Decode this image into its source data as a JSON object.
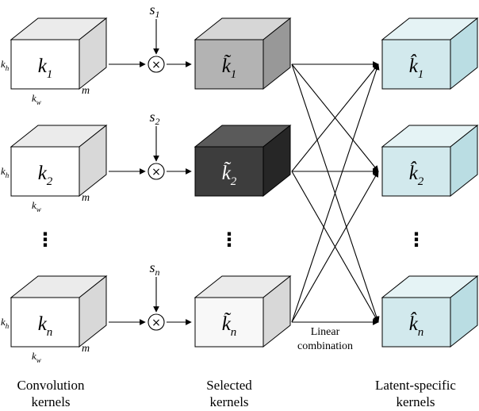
{
  "rows": [
    {
      "scale_main": "s",
      "scale_sub": "1",
      "conv_main": "k",
      "conv_sub": "1",
      "sel_main": "k̃",
      "sel_sub": "1",
      "lat_main": "k̂",
      "lat_sub": "1"
    },
    {
      "scale_main": "s",
      "scale_sub": "2",
      "conv_main": "k",
      "conv_sub": "2",
      "sel_main": "k̃",
      "sel_sub": "2",
      "lat_main": "k̂",
      "lat_sub": "2"
    },
    {
      "scale_main": "s",
      "scale_sub": "n",
      "conv_main": "k",
      "conv_sub": "n",
      "sel_main": "k̃",
      "sel_sub": "n",
      "lat_main": "k̂",
      "lat_sub": "n"
    }
  ],
  "dims": {
    "h_main": "k",
    "h_sub": "h",
    "w_main": "k",
    "w_sub": "w",
    "depth": "m"
  },
  "captions": {
    "left_line1": "Convolution",
    "left_line2": "kernels",
    "middle_line1": "Selected",
    "middle_line2": "kernels",
    "right_line1": "Latent-specific",
    "right_line2": "kernels"
  },
  "annotations": {
    "linear_line1": "Linear",
    "linear_line2": "combination"
  },
  "symbols": {
    "multiply": "×",
    "dots": "⋮"
  },
  "colors": {
    "conv_front": "#ffffff",
    "conv_top": "#ebebeb",
    "conv_side": "#d8d8d8",
    "sel1_front": "#b3b3b3",
    "sel1_top": "#d6d6d6",
    "sel1_side": "#989898",
    "sel2_front": "#3d3d3d",
    "sel2_top": "#5a5a5a",
    "sel2_side": "#262626",
    "seln_front": "#f8f8f8",
    "seln_top": "#ebebeb",
    "seln_side": "#d8d8d8",
    "lat_front": "#d2e9ed",
    "lat_top": "#e5f3f5",
    "lat_side": "#badde3",
    "stroke": "#000000"
  }
}
